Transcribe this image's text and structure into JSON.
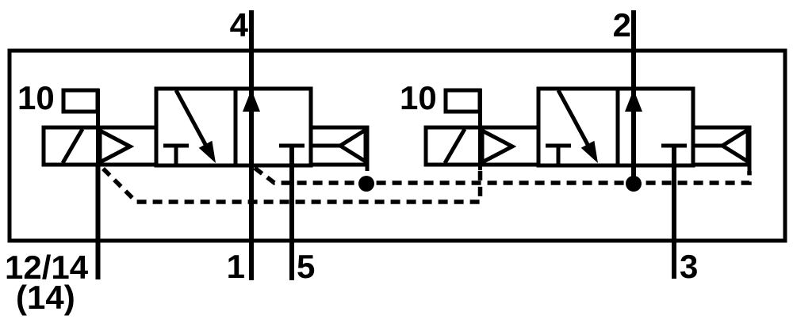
{
  "diagram": {
    "kind": "pneumatic-valve-circuit-symbol",
    "description": "Two 3/2-way pilot valve symbols inside a manifold outline connected by dashed pilot lines",
    "colors": {
      "line": "#000000",
      "background": "#ffffff"
    },
    "valves": [
      {
        "name": "valve-1",
        "pilot_label": "10",
        "top_port": "4",
        "bottom_ports": [
          "1",
          "5"
        ],
        "pilot_port": "12/14",
        "pilot_port_alt": "(14)",
        "symbols": {
          "left_actuator": "solenoid-with-pilot-triangle",
          "right_actuator": "pneumatic-spring-return-triangle",
          "position_1": "diagonal-flow-arrow with blocked-port-tee",
          "position_2": "up-flow-arrow with blocked-port-tee"
        }
      },
      {
        "name": "valve-2",
        "pilot_label": "10",
        "top_port": "2",
        "bottom_ports": [
          "3"
        ],
        "symbols": {
          "left_actuator": "solenoid-with-pilot-triangle",
          "right_actuator": "pneumatic-spring-return-triangle",
          "position_1": "diagonal-flow-arrow with blocked-port-tee",
          "position_2": "up-flow-arrow with blocked-port-tee"
        }
      }
    ]
  }
}
